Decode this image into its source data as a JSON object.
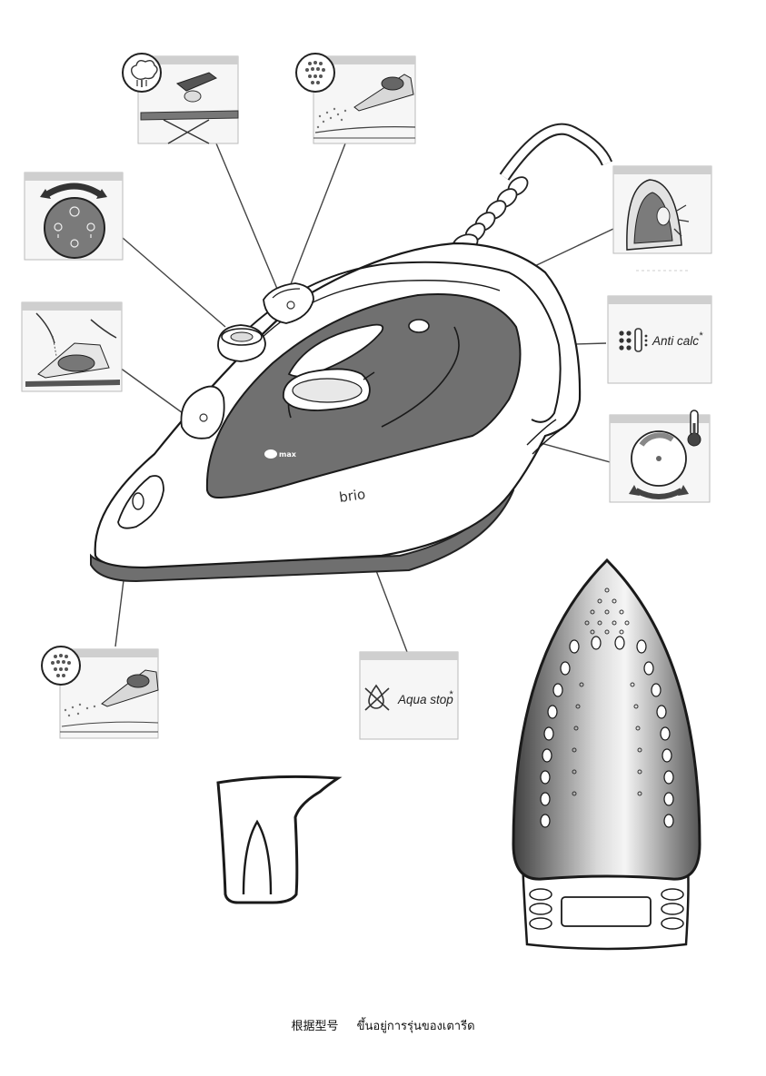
{
  "callouts": {
    "anti_calc_label": "Anti calc",
    "anti_calc_marker": "*",
    "aqua_stop_label": "Aqua stop",
    "aqua_stop_marker": "*"
  },
  "iron": {
    "brand": "brio",
    "tank_max_label": "max"
  },
  "footer": {
    "note_chinese": "根据型号",
    "note_thai": "ขึ้นอยู่การรุ่นของเตารีด"
  },
  "colors": {
    "soleplate_panel": "#6f6f6f",
    "panel_bg": "#f2f2f2",
    "outline": "#1a1a1a"
  },
  "icons": [
    "steam-burst-icon",
    "steam-spray-icon",
    "steam-dial-icon",
    "thermometer-icon",
    "aqua-stop-icon",
    "anti-calc-icon"
  ]
}
